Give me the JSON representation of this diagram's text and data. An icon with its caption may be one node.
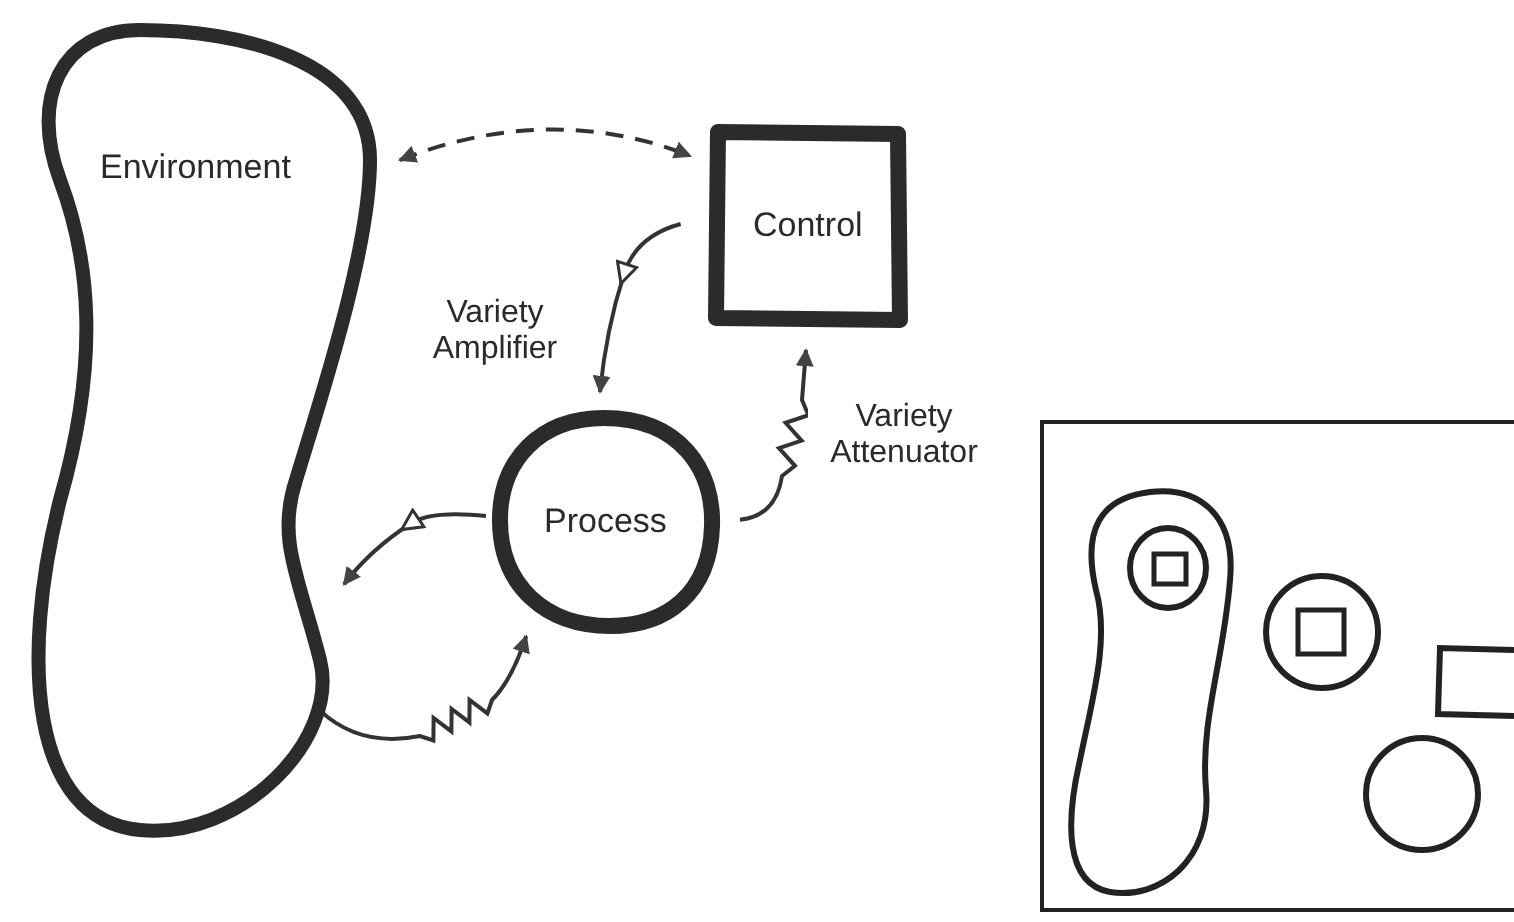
{
  "diagram": {
    "nodes": [
      {
        "text": [
          "Environment"
        ]
      },
      {
        "text": [
          "Control"
        ]
      },
      {
        "text": [
          "Process"
        ]
      }
    ],
    "edges": [
      {
        "from": 0,
        "to": 1,
        "arrow": "both",
        "style": "dashed"
      },
      {
        "from": 1,
        "to": 2,
        "arrow": "to",
        "label": "Variety Amplifier"
      },
      {
        "from": 2,
        "to": 0,
        "arrow": "to"
      },
      {
        "from": 0,
        "to": 2,
        "arrow": "to"
      },
      {
        "from": 2,
        "to": 1,
        "arrow": "to",
        "label": "Variety Attenuator"
      }
    ]
  }
}
